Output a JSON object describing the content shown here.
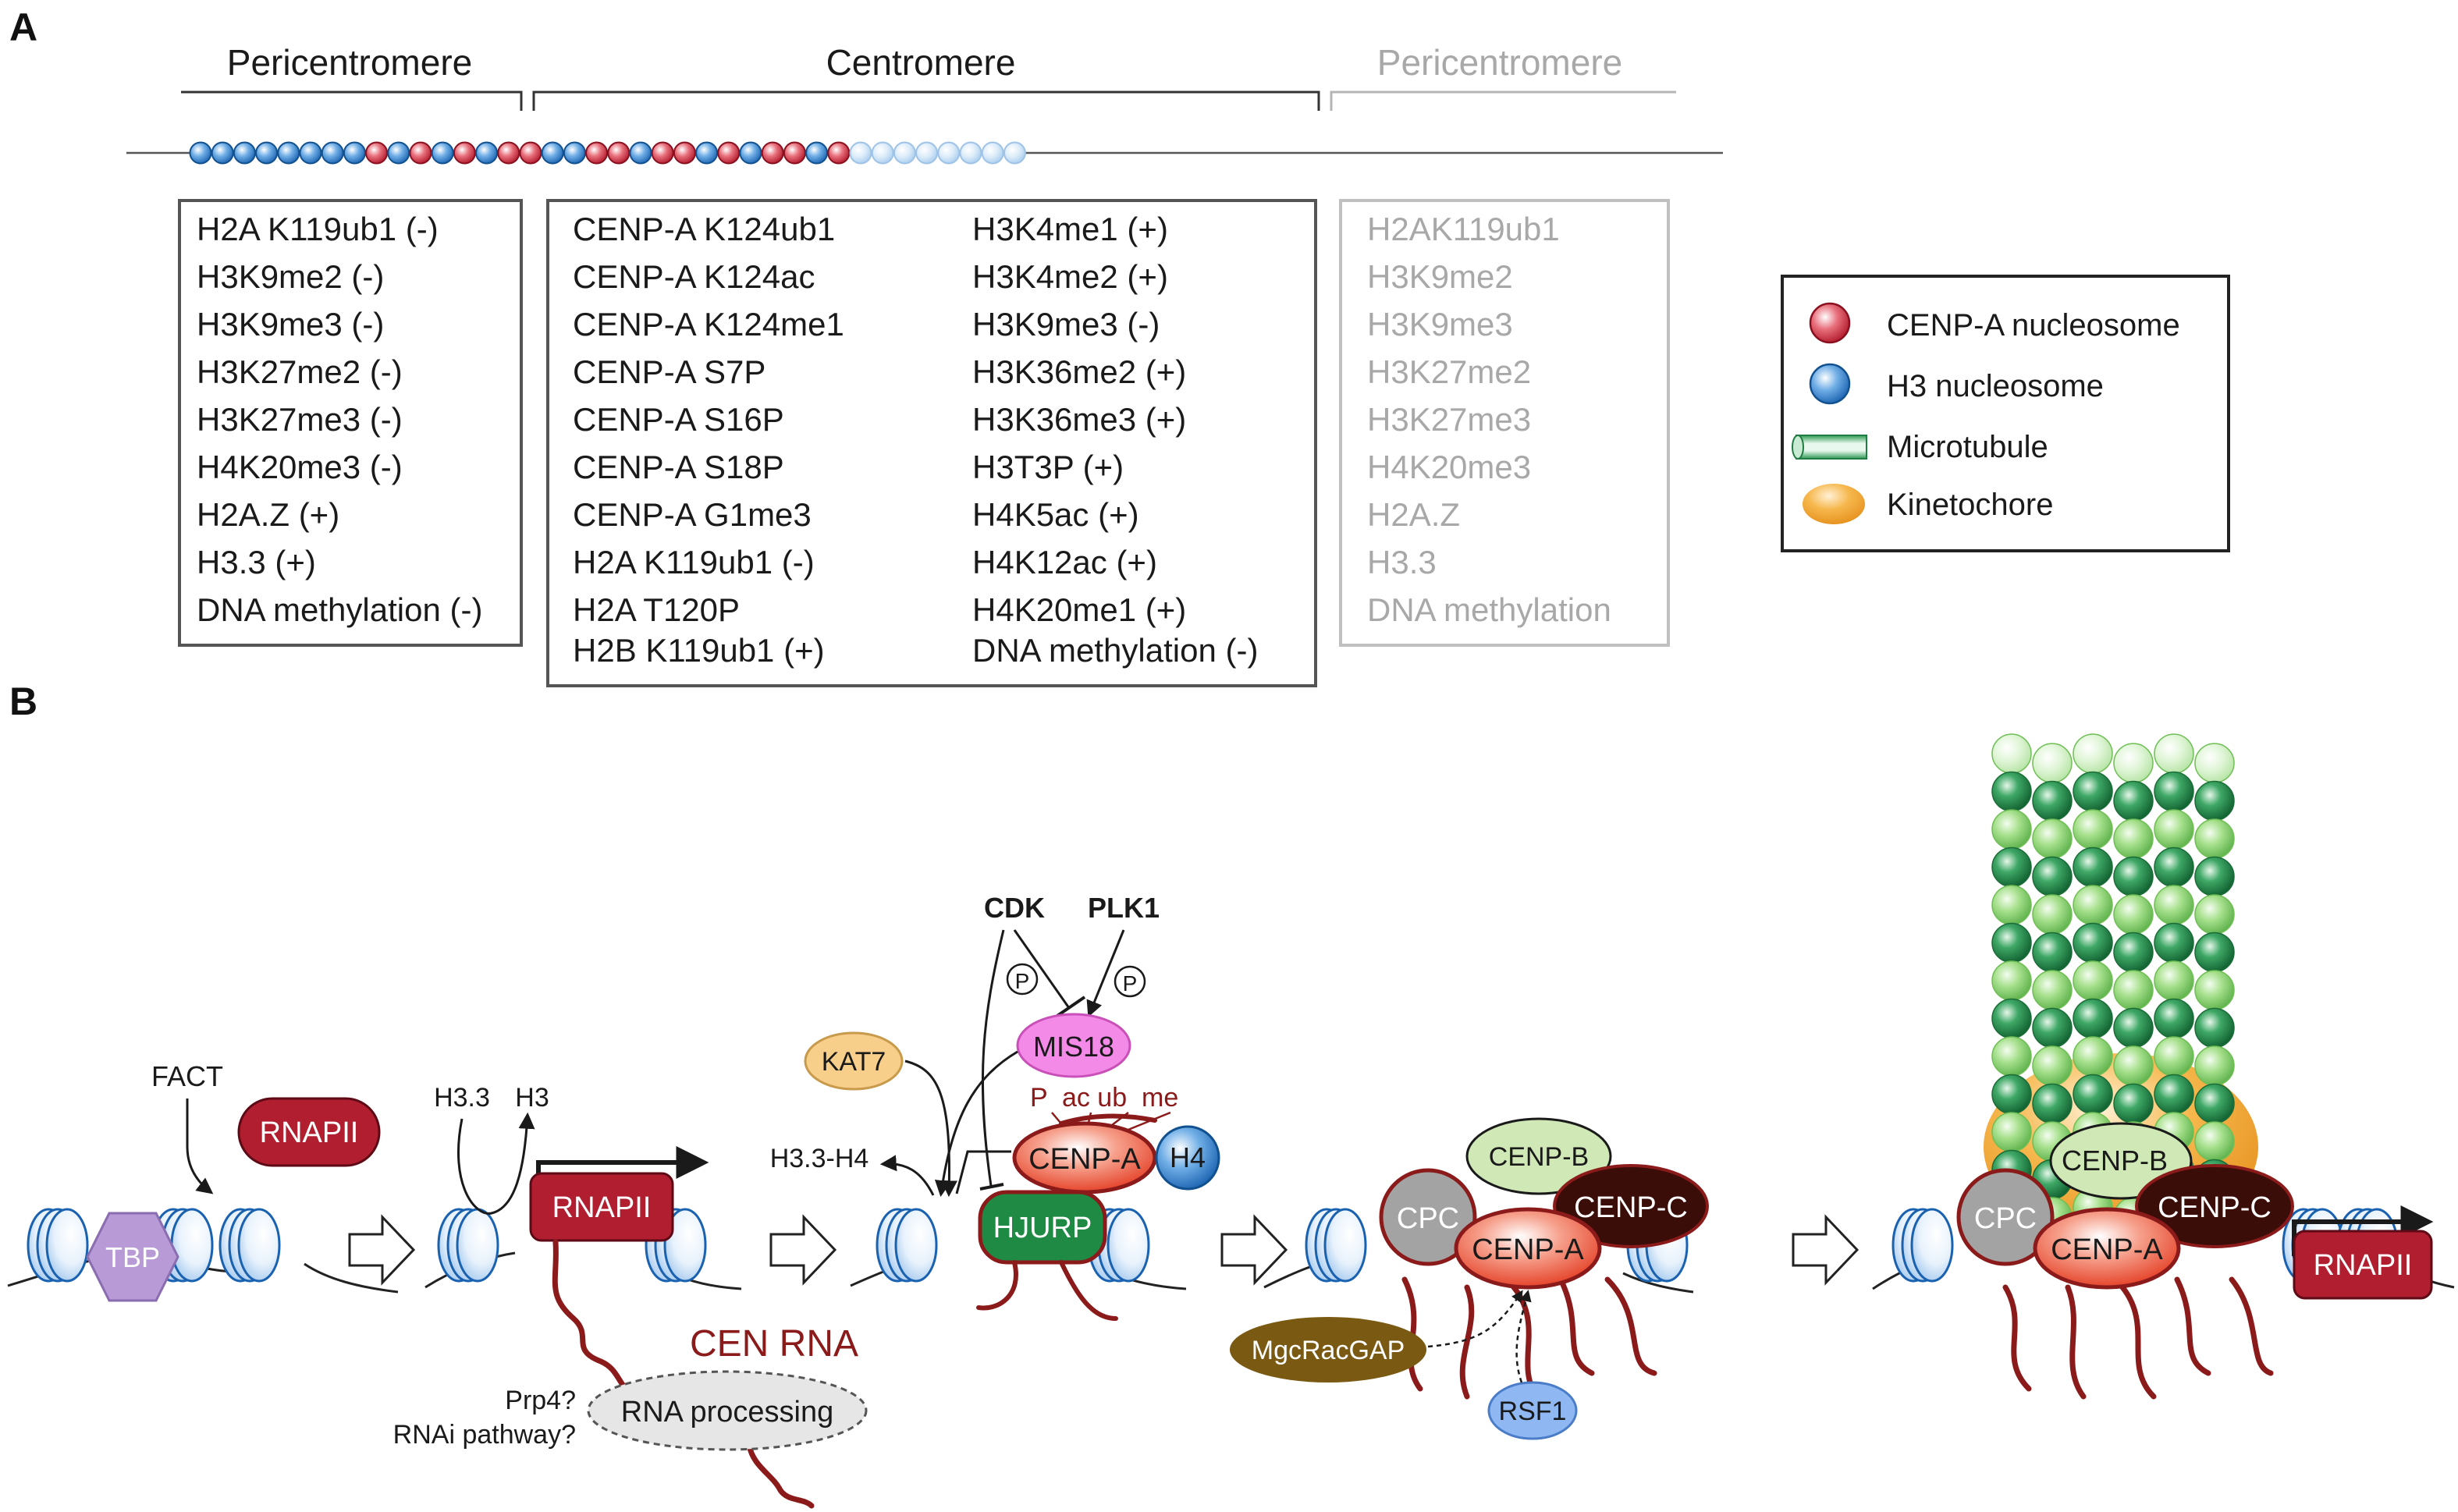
{
  "panelA": {
    "label": "A",
    "regions": {
      "peri_left": "Pericentromere",
      "centromere": "Centromere",
      "peri_right": "Pericentromere"
    },
    "nucleosome_row": [
      "h",
      "h",
      "h",
      "h",
      "h",
      "h",
      "h",
      "h",
      "c",
      "h",
      "c",
      "h",
      "c",
      "h",
      "c",
      "c",
      "h",
      "h",
      "c",
      "c",
      "h",
      "c",
      "c",
      "h",
      "c",
      "h",
      "c",
      "c",
      "h",
      "c",
      "f",
      "f",
      "f",
      "f",
      "f",
      "f",
      "f",
      "f"
    ],
    "boxes": {
      "peri_left": [
        "H2A K119ub1 (-)",
        "H3K9me2 (-)",
        "H3K9me3 (-)",
        "H3K27me2 (-)",
        "H3K27me3 (-)",
        "H4K20me3 (-)",
        "H2A.Z (+)",
        "H3.3 (+)",
        "DNA methylation (-)"
      ],
      "cen_col1": [
        "CENP-A K124ub1",
        "CENP-A K124ac",
        "CENP-A K124me1",
        "CENP-A S7P",
        "CENP-A S16P",
        "CENP-A S18P",
        "CENP-A G1me3",
        "H2A K119ub1 (-)",
        "H2A T120P",
        "H2B K119ub1 (+)"
      ],
      "cen_col2": [
        "H3K4me1 (+)",
        "H3K4me2 (+)",
        "H3K9me3 (-)",
        "H3K36me2 (+)",
        "H3K36me3 (+)",
        "H3T3P (+)",
        "H4K5ac (+)",
        "H4K12ac (+)",
        "H4K20me1 (+)",
        "DNA methylation (-)"
      ],
      "peri_right": [
        "H2AK119ub1",
        "H3K9me2",
        "H3K9me3",
        "H3K27me2",
        "H3K27me3",
        "H4K20me3",
        "H2A.Z",
        "H3.3",
        "DNA methylation"
      ]
    },
    "legend": [
      "CENP-A nucleosome",
      "H3 nucleosome",
      "Microtubule",
      "Kinetochore"
    ]
  },
  "panelB": {
    "label": "B",
    "s1": {
      "fact": "FACT",
      "rnapii": "RNAPII",
      "tbp": "TBP"
    },
    "s2": {
      "h33": "H3.3",
      "h3": "H3",
      "rnapii": "RNAPII",
      "cen_rna": "CEN RNA",
      "prp4": "Prp4?",
      "rnai": "RNAi pathway?",
      "rna_processing": "RNA processing"
    },
    "s3": {
      "cdk": "CDK",
      "plk1": "PLK1",
      "p": "P",
      "mis18": "MIS18",
      "kat7": "KAT7",
      "h33h4": "H3.3-H4",
      "mods": "P  ac ub  me",
      "cenpa": "CENP-A",
      "h4": "H4",
      "hjurp": "HJURP"
    },
    "s4": {
      "cenpb": "CENP-B",
      "cpc": "CPC",
      "cenpc": "CENP-C",
      "cenpa": "CENP-A",
      "mgc": "MgcRacGAP",
      "rsf1": "RSF1"
    },
    "s5": {
      "cenpb": "CENP-B",
      "cpc": "CPC",
      "cenpc": "CENP-C",
      "cenpa": "CENP-A",
      "rnapii": "RNAPII"
    }
  },
  "colors": {
    "cenpa": "#c8283a",
    "h3": "#2a78c2",
    "microtubule": "#2e9a55",
    "kinetochore": "#f2a73a",
    "rnapii": "#b01e30",
    "hjurp": "#1e8a44",
    "mis18": "#f06ce0",
    "kat7": "#f8cf8a",
    "mgc": "#7a5a12",
    "rsf1": "#8fb8f2",
    "cenpc": "#3a0d08",
    "cenpb": "#cfe8b6",
    "cpc": "#a3a3a3",
    "tbp": "#b79ad6",
    "dark_red": "#8b1a1a"
  }
}
